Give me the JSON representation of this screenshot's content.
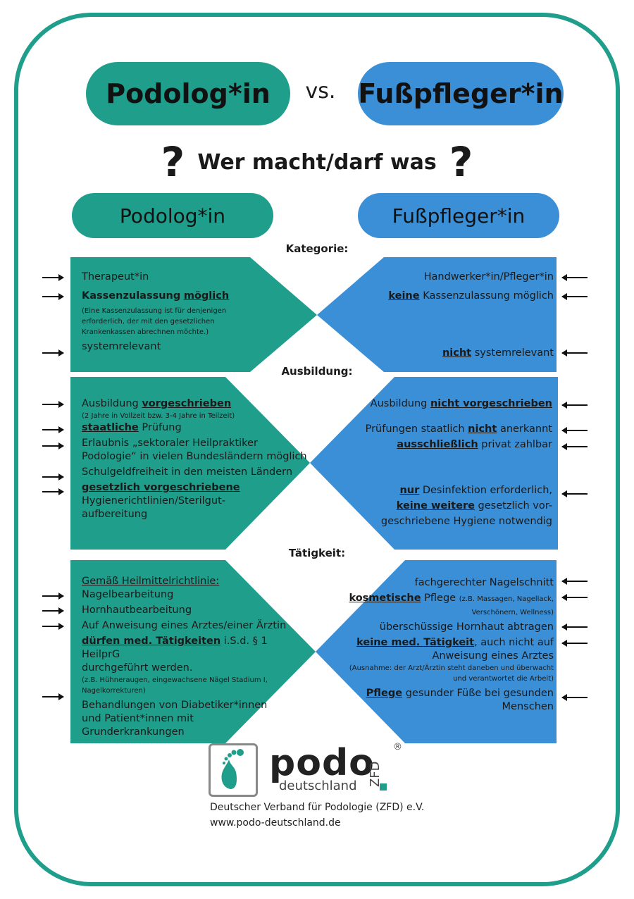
{
  "header": {
    "left_title": "Podolog*in",
    "vs": "vs.",
    "right_title": "Fußpfleger*in",
    "qmark": "?",
    "question": "Wer macht/darf was"
  },
  "columns": {
    "left": "Podolog*in",
    "right": "Fußpfleger*in"
  },
  "sections": {
    "kategorie": "Kategorie:",
    "ausbildung": "Ausbildung:",
    "taetigkeit": "Tätigkeit:"
  },
  "kategorie": {
    "left_l1": "Therapeut*in",
    "left_l2a": "Kassenzulassung",
    "left_l2b": "möglich",
    "left_note": "(Eine Kassenzulassung ist für denjenigen erforderlich, der mit den gesetzlichen Krankenkassen abrechnen möchte.)",
    "left_l3": "systemrelevant",
    "right_l1": "Handwerker*in/Pfleger*in",
    "right_l2a": "keine",
    "right_l2b": "Kassenzulassung möglich",
    "right_l3a": "nicht",
    "right_l3b": "systemrelevant"
  },
  "ausbildung": {
    "left_l1a": "Ausbildung",
    "left_l1b": "vorgeschrieben",
    "left_note": "(2 Jahre in Vollzeit bzw. 3-4 Jahre in Teilzeit)",
    "left_l2a": "staatliche",
    "left_l2b": "Prüfung",
    "left_l3": "Erlaubnis „sektoraler Heilpraktiker Podologie“ in vielen Bundesländern möglich",
    "left_l4": "Schulgeldfreiheit in den meisten Ländern",
    "left_l5a": "gesetzlich vorgeschriebene",
    "left_l5b": "Hygienerichtlinien/Sterilgut-aufbereitung",
    "right_l1a": "Ausbildung",
    "right_l1b": "nicht vorgeschrieben",
    "right_l2a": "Prüfungen staatlich",
    "right_l2b": "nicht",
    "right_l2c": "anerkannt",
    "right_l3a": "ausschließlich",
    "right_l3b": "privat zahlbar",
    "right_l4a": "nur",
    "right_l4b": "Desinfektion erforderlich,",
    "right_l5a": "keine weitere",
    "right_l5b": "gesetzlich vor-",
    "right_l6": "geschriebene Hygiene notwendig"
  },
  "taetigkeit": {
    "left_l0": "Gemäß Heilmittelrichtlinie:",
    "left_l1": "Nagelbearbeitung",
    "left_l2": "Hornhautbearbeitung",
    "left_l3": "Auf Anweisung eines Arztes/einer Ärztin",
    "left_l4a": "dürfen med. Tätigkeiten",
    "left_l4b": "i.S.d. § 1 HeilprG",
    "left_l5": "durchgeführt werden.",
    "left_note": "(z.B. Hühneraugen, eingewachsene Nägel Stadium I, Nagelkorrekturen)",
    "left_l6": "Behandlungen von Diabetiker*innen und Patient*innen mit Grunderkrankungen",
    "right_l1": "fachgerechter Nagelschnitt",
    "right_l2a": "kosmetische",
    "right_l2b": "Pflege",
    "right_l2c": "(z.B. Massagen, Nagellack, Verschönern, Wellness)",
    "right_l3": "überschüssige Hornhaut abtragen",
    "right_l4a": "keine med. Tätigkeit",
    "right_l4b": ", auch nicht auf Anweisung eines Arztes",
    "right_note": "(Ausnahme: der Arzt/Ärztin steht daneben und überwacht und verantwortet die Arbeit)",
    "right_l5a": "Pflege",
    "right_l5b": "gesunder Füße bei gesunden Menschen"
  },
  "footer": {
    "logo_word": "podo",
    "logo_sub": "deutschland",
    "logo_zfd": "ZFD",
    "logo_reg": "®",
    "org_name": "Deutscher Verband für Podologie (ZFD) e.V.",
    "website": "www.podo-deutschland.de"
  },
  "colors": {
    "teal": "#1f9e8c",
    "blue": "#3a8fd6"
  }
}
